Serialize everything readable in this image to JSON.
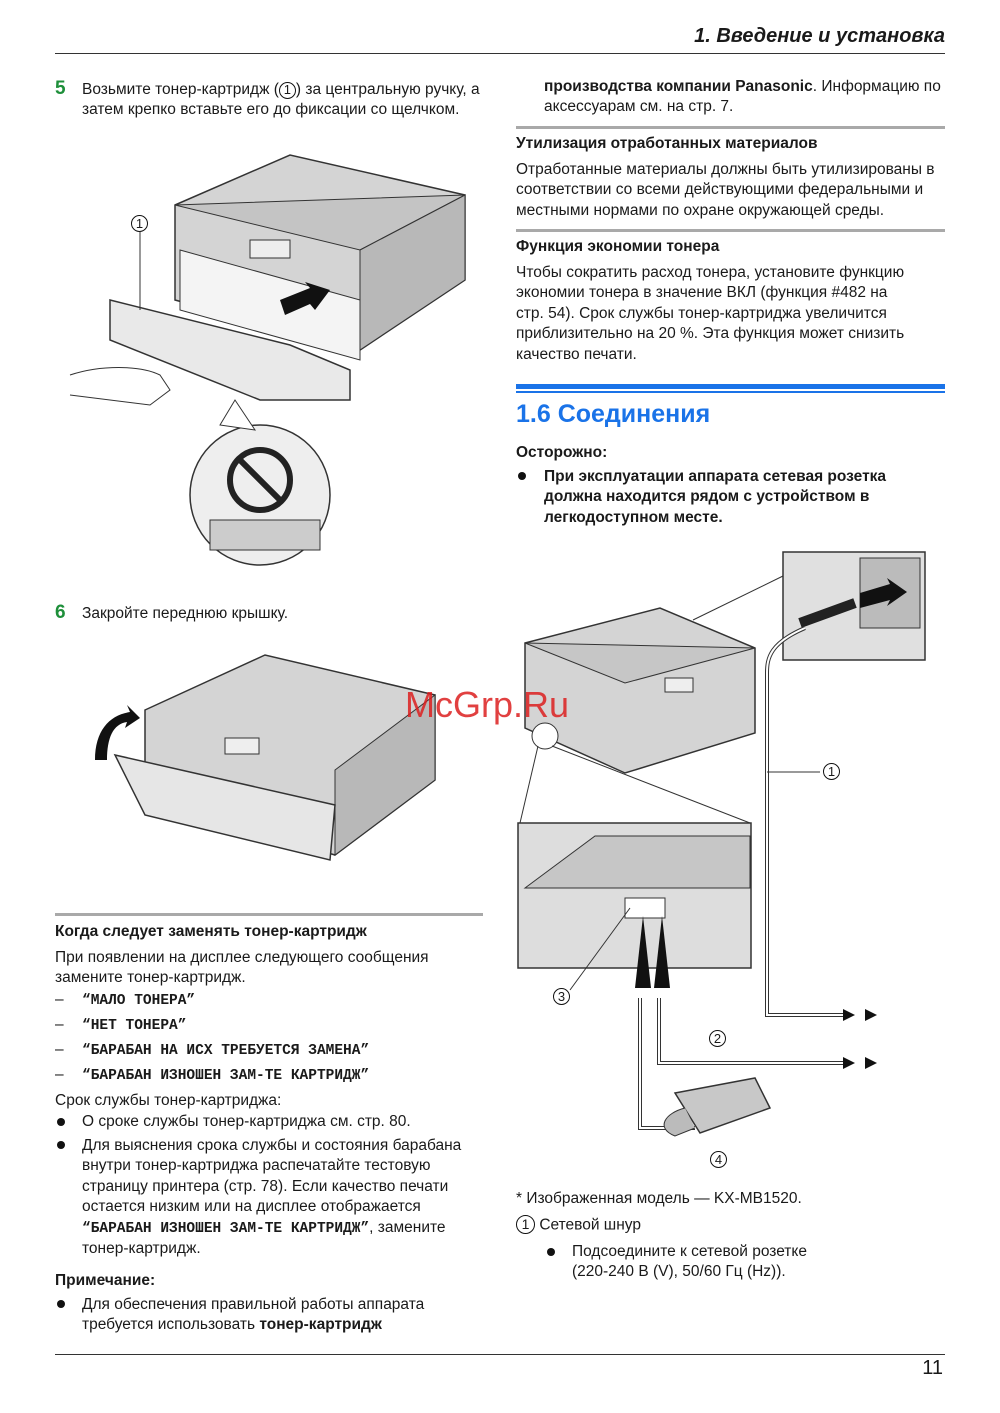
{
  "header": {
    "chapter_title": "1. Введение и установка"
  },
  "left": {
    "step5": {
      "num": "5",
      "line1_a": "Возьмите тонер-картридж (",
      "line1_callout": "1",
      "line1_b": ") за центральную ручку, а",
      "line2": "затем крепко вставьте его до фиксации со щелчком."
    },
    "fig1_callout": "1",
    "step6": {
      "num": "6",
      "text": "Закройте переднюю крышку."
    },
    "replace": {
      "heading": "Когда следует заменять тонер-картридж",
      "intro": [
        "При появлении на дисплее следующего сообщения",
        "замените тонер-картридж."
      ],
      "dash": "–",
      "messages": [
        "“МАЛО ТОНЕРА”",
        "“НЕТ ТОНЕРА”",
        "“БАРАБАН НА ИСХ ТРЕБУЕТСЯ ЗАМЕНА”",
        "“БАРАБАН ИЗНОШЕН ЗАМ-ТЕ КАРТРИДЖ”"
      ],
      "life_label": "Срок службы тонер-картриджа:",
      "bullet1": "О сроке службы тонер-картриджа см. стр. 80.",
      "bullet2": [
        "Для выяснения срока службы и состояния барабана",
        "внутри тонер-картриджа распечатайте тестовую",
        "страницу принтера (стр. 78). Если качество печати",
        "остается низким или на дисплее отображается"
      ],
      "bullet2_msg": "“БАРАБАН ИЗНОШЕН ЗАМ-ТЕ КАРТРИДЖ”",
      "bullet2_tail": ", замените",
      "bullet2_last": "тонер-картридж."
    },
    "note": {
      "heading": "Примечание:",
      "line1": "Для обеспечения правильной работы аппарата",
      "line2_a": "требуется использовать ",
      "line2_b": "тонер-картридж"
    }
  },
  "right": {
    "cont": {
      "line1_b": "производства компании Panasonic",
      "line1_r": ". Информацию по",
      "line2": "аксессуарам см. на стр. 7."
    },
    "disposal": {
      "heading": "Утилизация отработанных материалов",
      "lines": [
        "Отработанные материалы должны быть утилизированы в",
        "соответствии со всеми действующими федеральными и",
        "местными нормами по охране окружающей среды."
      ]
    },
    "toner_save": {
      "heading": "Функция экономии тонера",
      "lines": [
        "Чтобы сократить расход тонера, установите функцию",
        "экономии тонера в значение ВКЛ (функция #482 на",
        "стр. 54). Срок службы тонер-картриджа увеличится",
        "приблизительно на 20 %. Эта функция может снизить",
        "качество печати."
      ]
    },
    "section": {
      "title": "1.6 Соединения",
      "color": "#1a73e8"
    },
    "caution": {
      "heading": "Осторожно:",
      "lines": [
        "При эксплуатации аппарата сетевая розетка",
        "должна находится рядом с устройством в",
        "легкодоступном месте."
      ]
    },
    "diagram_callouts": [
      "1",
      "2",
      "3",
      "4"
    ],
    "model_note": "* Изображенная модель — KX-MB1520.",
    "power": {
      "callout": "1",
      "label": "Сетевой шнур",
      "lines": [
        "Подсоедините к сетевой розетке",
        "(220-240 В (V), 50/60 Гц (Hz))."
      ]
    }
  },
  "watermark": "McGrp.Ru",
  "footer": {
    "page_number": "11"
  }
}
